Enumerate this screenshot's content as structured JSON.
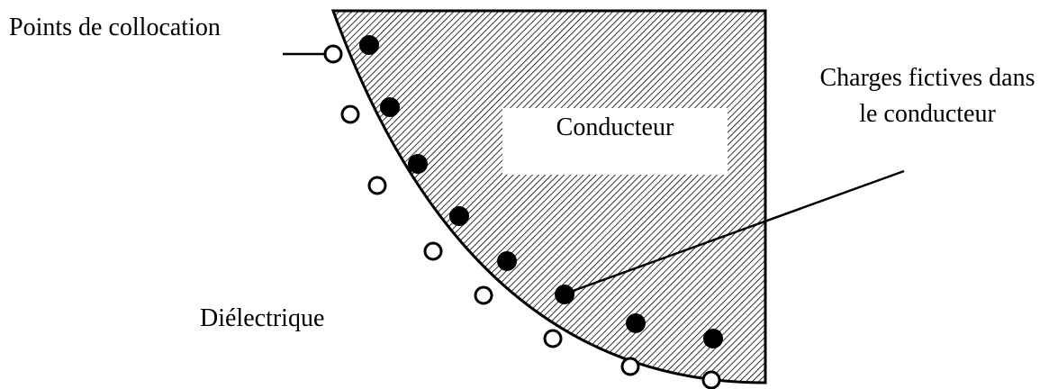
{
  "labels": {
    "collocation_points": "Points de collocation",
    "fictitious_charges_line1": "Charges fictives dans",
    "fictitious_charges_line2": "le conducteur",
    "conductor": "Conducteur",
    "dielectric": "Diélectrique"
  },
  "colors": {
    "hatch": "#000000",
    "fill": "#ffffff",
    "point_open": "#ffffff",
    "point_filled": "#000000"
  }
}
